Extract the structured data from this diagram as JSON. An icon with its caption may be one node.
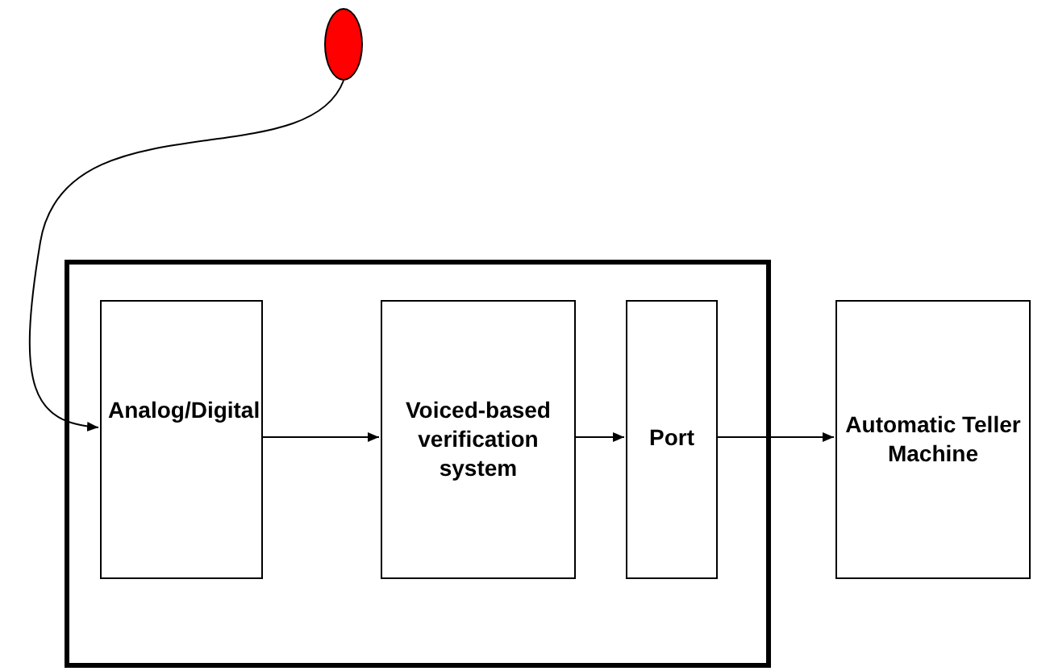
{
  "diagram": {
    "nodes": [
      {
        "text": [],
        "shape": "circle"
      },
      {
        "text": [],
        "shape": "box"
      },
      {
        "text": [
          "Analog/Digital"
        ],
        "in": 1
      },
      {
        "text": [
          "Voiced-based verification system"
        ],
        "in": 1
      },
      {
        "text": [
          "Port"
        ],
        "in": 1
      },
      {
        "text": [
          "Automatic Teller Machine"
        ]
      }
    ],
    "edges": [
      {
        "from": 0,
        "to": 2,
        "arrow": "to"
      },
      {
        "from": 2,
        "to": 3,
        "arrow": "to"
      },
      {
        "from": 3,
        "to": 4,
        "arrow": "to"
      },
      {
        "from": 4,
        "to": 5,
        "arrow": "to"
      }
    ]
  }
}
